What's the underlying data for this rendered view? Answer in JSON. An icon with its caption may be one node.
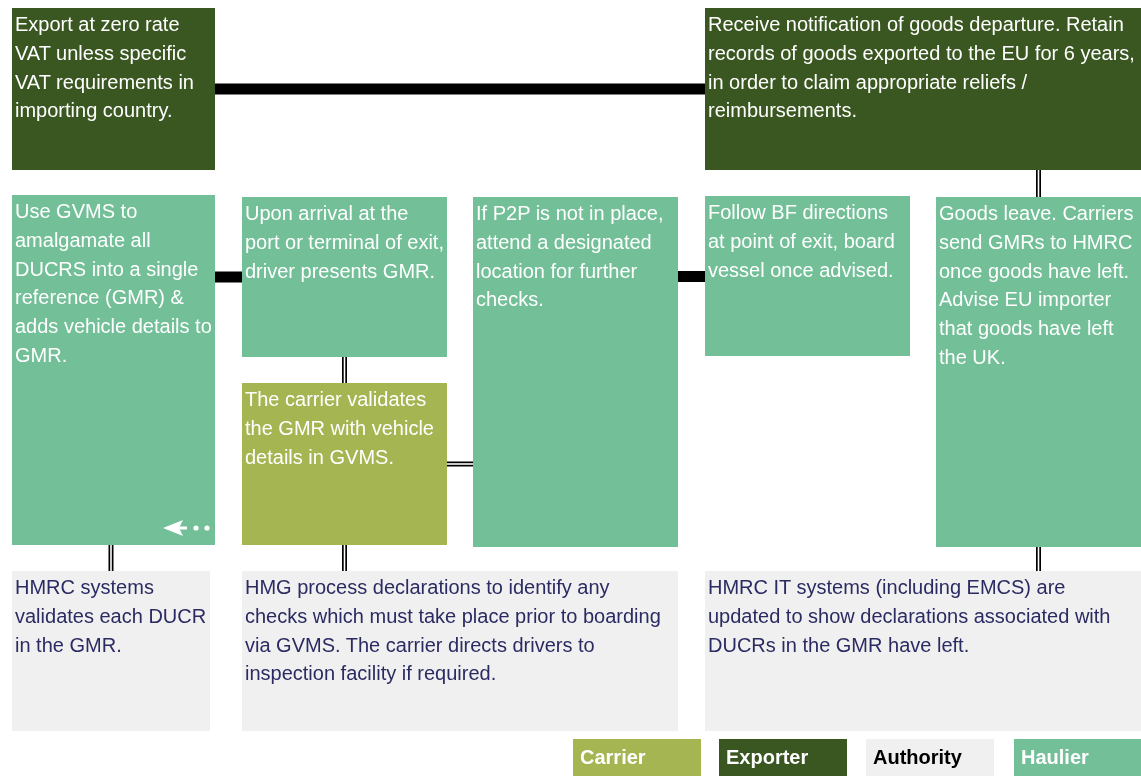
{
  "diagram": {
    "nodes": [
      {
        "text": [
          "Export at zero rate VAT unless specific VAT requirements in importing country."
        ]
      },
      {
        "text": [
          "Receive notification of goods departure. Retain records of goods exported to the EU for 6 years, in order to claim appropriate reliefs / reimbursements."
        ]
      },
      {
        "text": [
          "Use GVMS to amalgamate all DUCRS into a single reference (GMR) & adds vehicle details to GMR."
        ]
      },
      {
        "text": [
          "Upon arrival at the port or terminal of exit, driver presents GMR."
        ]
      },
      {
        "text": [
          "The carrier validates the GMR with vehicle details in GVMS."
        ]
      },
      {
        "text": [
          "If P2P is not in place, attend a designated location for further checks."
        ]
      },
      {
        "text": [
          "Follow BF directions at point of exit, board vessel once advised."
        ]
      },
      {
        "text": [
          "Goods leave. Carriers send GMRs to HMRC once goods have left. Advise EU importer that goods have left the UK."
        ]
      },
      {
        "text": [
          "HMRC systems validates each DUCR in the GMR."
        ]
      },
      {
        "text": [
          "HMG process declarations to identify any checks which must take place prior to boarding via GVMS. The carrier directs drivers to inspection facility if required."
        ]
      },
      {
        "text": [
          "HMRC IT systems (including EMCS) are updated to show declarations associated with DUCRs in the GMR have left."
        ]
      }
    ],
    "edges": [
      {
        "from": 0,
        "to": 1,
        "arrow": "none",
        "style": "thick"
      },
      {
        "from": 1,
        "to": 7,
        "arrow": "none"
      },
      {
        "from": 2,
        "to": 3,
        "arrow": "none",
        "style": "thick"
      },
      {
        "from": 3,
        "to": 4,
        "arrow": "none"
      },
      {
        "from": 4,
        "to": 5,
        "arrow": "none"
      },
      {
        "from": 5,
        "to": 6,
        "arrow": "none",
        "style": "thick"
      },
      {
        "from": 2,
        "to": 8,
        "arrow": "none"
      },
      {
        "from": 4,
        "to": 9,
        "arrow": "none"
      },
      {
        "from": 7,
        "to": 10,
        "arrow": "none"
      }
    ],
    "legend": [
      {
        "text": "Carrier",
        "color": "#a5b552"
      },
      {
        "text": "Exporter",
        "color": "#3a5722"
      },
      {
        "text": "Authority",
        "color": "#f0f0f0"
      },
      {
        "text": "Haulier",
        "color": "#72bf98"
      }
    ]
  }
}
